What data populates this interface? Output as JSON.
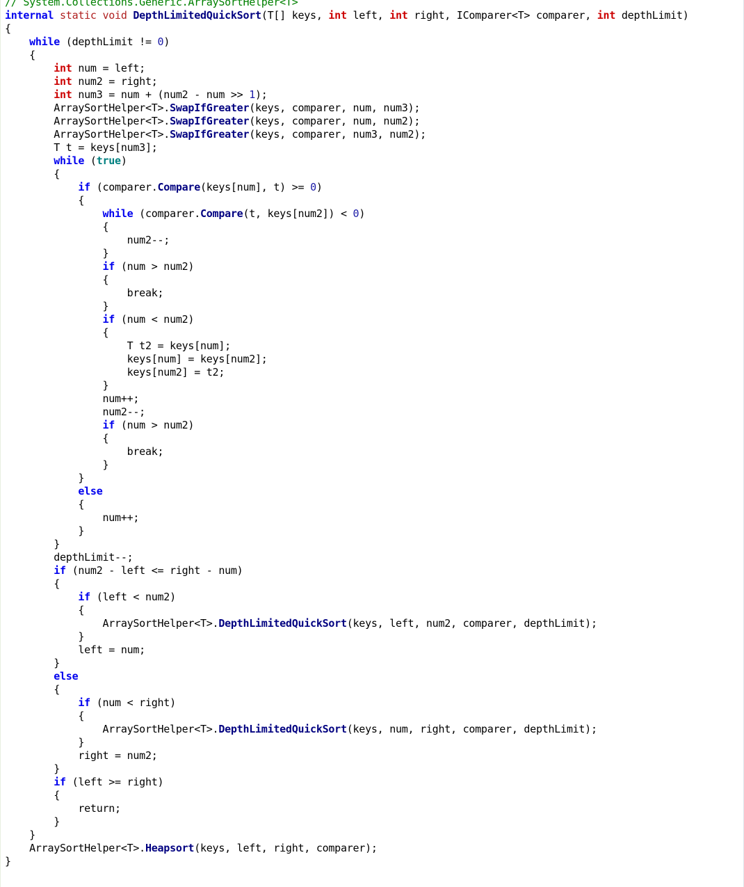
{
  "editor": {
    "background": "#ffffff",
    "colors": {
      "keyword": "#0000ee",
      "primitive_type": "#cc0000",
      "modifier": "#b02020",
      "method": "#000080",
      "comment": "#008000",
      "number": "#1a1aa6",
      "literal": "#008080"
    },
    "lines": [
      [
        [
          "comment",
          "// System.Collections.Generic.ArraySortHelper<T>"
        ]
      ],
      [
        [
          "kw-bold",
          "internal"
        ],
        [
          "plain",
          " "
        ],
        [
          "mod",
          "static void"
        ],
        [
          "plain",
          " "
        ],
        [
          "method",
          "DepthLimitedQuickSort"
        ],
        [
          "plain",
          "(T[] keys, "
        ],
        [
          "type",
          "int"
        ],
        [
          "plain",
          " left, "
        ],
        [
          "type",
          "int"
        ],
        [
          "plain",
          " right, IComparer<T> comparer, "
        ],
        [
          "type",
          "int"
        ],
        [
          "plain",
          " depthLimit)"
        ]
      ],
      [
        [
          "plain",
          "{"
        ]
      ],
      [
        [
          "plain",
          "    "
        ],
        [
          "kw-bold",
          "while"
        ],
        [
          "plain",
          " (depthLimit != "
        ],
        [
          "num",
          "0"
        ],
        [
          "plain",
          ")"
        ]
      ],
      [
        [
          "plain",
          "    {"
        ]
      ],
      [
        [
          "plain",
          "        "
        ],
        [
          "type",
          "int"
        ],
        [
          "plain",
          " num = left;"
        ]
      ],
      [
        [
          "plain",
          "        "
        ],
        [
          "type",
          "int"
        ],
        [
          "plain",
          " num2 = right;"
        ]
      ],
      [
        [
          "plain",
          "        "
        ],
        [
          "type",
          "int"
        ],
        [
          "plain",
          " num3 = num + (num2 - num >> "
        ],
        [
          "num",
          "1"
        ],
        [
          "plain",
          ");"
        ]
      ],
      [
        [
          "plain",
          "        ArraySortHelper<T>."
        ],
        [
          "method",
          "SwapIfGreater"
        ],
        [
          "plain",
          "(keys, comparer, num, num3);"
        ]
      ],
      [
        [
          "plain",
          "        ArraySortHelper<T>."
        ],
        [
          "method",
          "SwapIfGreater"
        ],
        [
          "plain",
          "(keys, comparer, num, num2);"
        ]
      ],
      [
        [
          "plain",
          "        ArraySortHelper<T>."
        ],
        [
          "method",
          "SwapIfGreater"
        ],
        [
          "plain",
          "(keys, comparer, num3, num2);"
        ]
      ],
      [
        [
          "plain",
          "        T t = keys[num3];"
        ]
      ],
      [
        [
          "plain",
          "        "
        ],
        [
          "kw-bold",
          "while"
        ],
        [
          "plain",
          " ("
        ],
        [
          "lit",
          "true"
        ],
        [
          "plain",
          ")"
        ]
      ],
      [
        [
          "plain",
          "        {"
        ]
      ],
      [
        [
          "plain",
          "            "
        ],
        [
          "kw-bold",
          "if"
        ],
        [
          "plain",
          " (comparer."
        ],
        [
          "method",
          "Compare"
        ],
        [
          "plain",
          "(keys[num], t) >= "
        ],
        [
          "num",
          "0"
        ],
        [
          "plain",
          ")"
        ]
      ],
      [
        [
          "plain",
          "            {"
        ]
      ],
      [
        [
          "plain",
          "                "
        ],
        [
          "kw-bold",
          "while"
        ],
        [
          "plain",
          " (comparer."
        ],
        [
          "method",
          "Compare"
        ],
        [
          "plain",
          "(t, keys[num2]) < "
        ],
        [
          "num",
          "0"
        ],
        [
          "plain",
          ")"
        ]
      ],
      [
        [
          "plain",
          "                {"
        ]
      ],
      [
        [
          "plain",
          "                    num2--;"
        ]
      ],
      [
        [
          "plain",
          "                }"
        ]
      ],
      [
        [
          "plain",
          "                "
        ],
        [
          "kw-bold",
          "if"
        ],
        [
          "plain",
          " (num > num2)"
        ]
      ],
      [
        [
          "plain",
          "                {"
        ]
      ],
      [
        [
          "plain",
          "                    break;"
        ]
      ],
      [
        [
          "plain",
          "                }"
        ]
      ],
      [
        [
          "plain",
          "                "
        ],
        [
          "kw-bold",
          "if"
        ],
        [
          "plain",
          " (num < num2)"
        ]
      ],
      [
        [
          "plain",
          "                {"
        ]
      ],
      [
        [
          "plain",
          "                    T t2 = keys[num];"
        ]
      ],
      [
        [
          "plain",
          "                    keys[num] = keys[num2];"
        ]
      ],
      [
        [
          "plain",
          "                    keys[num2] = t2;"
        ]
      ],
      [
        [
          "plain",
          "                }"
        ]
      ],
      [
        [
          "plain",
          "                num++;"
        ]
      ],
      [
        [
          "plain",
          "                num2--;"
        ]
      ],
      [
        [
          "plain",
          "                "
        ],
        [
          "kw-bold",
          "if"
        ],
        [
          "plain",
          " (num > num2)"
        ]
      ],
      [
        [
          "plain",
          "                {"
        ]
      ],
      [
        [
          "plain",
          "                    break;"
        ]
      ],
      [
        [
          "plain",
          "                }"
        ]
      ],
      [
        [
          "plain",
          "            }"
        ]
      ],
      [
        [
          "plain",
          "            "
        ],
        [
          "kw-bold",
          "else"
        ]
      ],
      [
        [
          "plain",
          "            {"
        ]
      ],
      [
        [
          "plain",
          "                num++;"
        ]
      ],
      [
        [
          "plain",
          "            }"
        ]
      ],
      [
        [
          "plain",
          "        }"
        ]
      ],
      [
        [
          "plain",
          "        depthLimit--;"
        ]
      ],
      [
        [
          "plain",
          "        "
        ],
        [
          "kw-bold",
          "if"
        ],
        [
          "plain",
          " (num2 - left <= right - num)"
        ]
      ],
      [
        [
          "plain",
          "        {"
        ]
      ],
      [
        [
          "plain",
          "            "
        ],
        [
          "kw-bold",
          "if"
        ],
        [
          "plain",
          " (left < num2)"
        ]
      ],
      [
        [
          "plain",
          "            {"
        ]
      ],
      [
        [
          "plain",
          "                ArraySortHelper<T>."
        ],
        [
          "method",
          "DepthLimitedQuickSort"
        ],
        [
          "plain",
          "(keys, left, num2, comparer, depthLimit);"
        ]
      ],
      [
        [
          "plain",
          "            }"
        ]
      ],
      [
        [
          "plain",
          "            left = num;"
        ]
      ],
      [
        [
          "plain",
          "        }"
        ]
      ],
      [
        [
          "plain",
          "        "
        ],
        [
          "kw-bold",
          "else"
        ]
      ],
      [
        [
          "plain",
          "        {"
        ]
      ],
      [
        [
          "plain",
          "            "
        ],
        [
          "kw-bold",
          "if"
        ],
        [
          "plain",
          " (num < right)"
        ]
      ],
      [
        [
          "plain",
          "            {"
        ]
      ],
      [
        [
          "plain",
          "                ArraySortHelper<T>."
        ],
        [
          "method",
          "DepthLimitedQuickSort"
        ],
        [
          "plain",
          "(keys, num, right, comparer, depthLimit);"
        ]
      ],
      [
        [
          "plain",
          "            }"
        ]
      ],
      [
        [
          "plain",
          "            right = num2;"
        ]
      ],
      [
        [
          "plain",
          "        }"
        ]
      ],
      [
        [
          "plain",
          "        "
        ],
        [
          "kw-bold",
          "if"
        ],
        [
          "plain",
          " (left >= right)"
        ]
      ],
      [
        [
          "plain",
          "        {"
        ]
      ],
      [
        [
          "plain",
          "            return;"
        ]
      ],
      [
        [
          "plain",
          "        }"
        ]
      ],
      [
        [
          "plain",
          "    }"
        ]
      ],
      [
        [
          "plain",
          "    ArraySortHelper<T>."
        ],
        [
          "method",
          "Heapsort"
        ],
        [
          "plain",
          "(keys, left, right, comparer);"
        ]
      ],
      [
        [
          "plain",
          "}"
        ]
      ]
    ]
  }
}
